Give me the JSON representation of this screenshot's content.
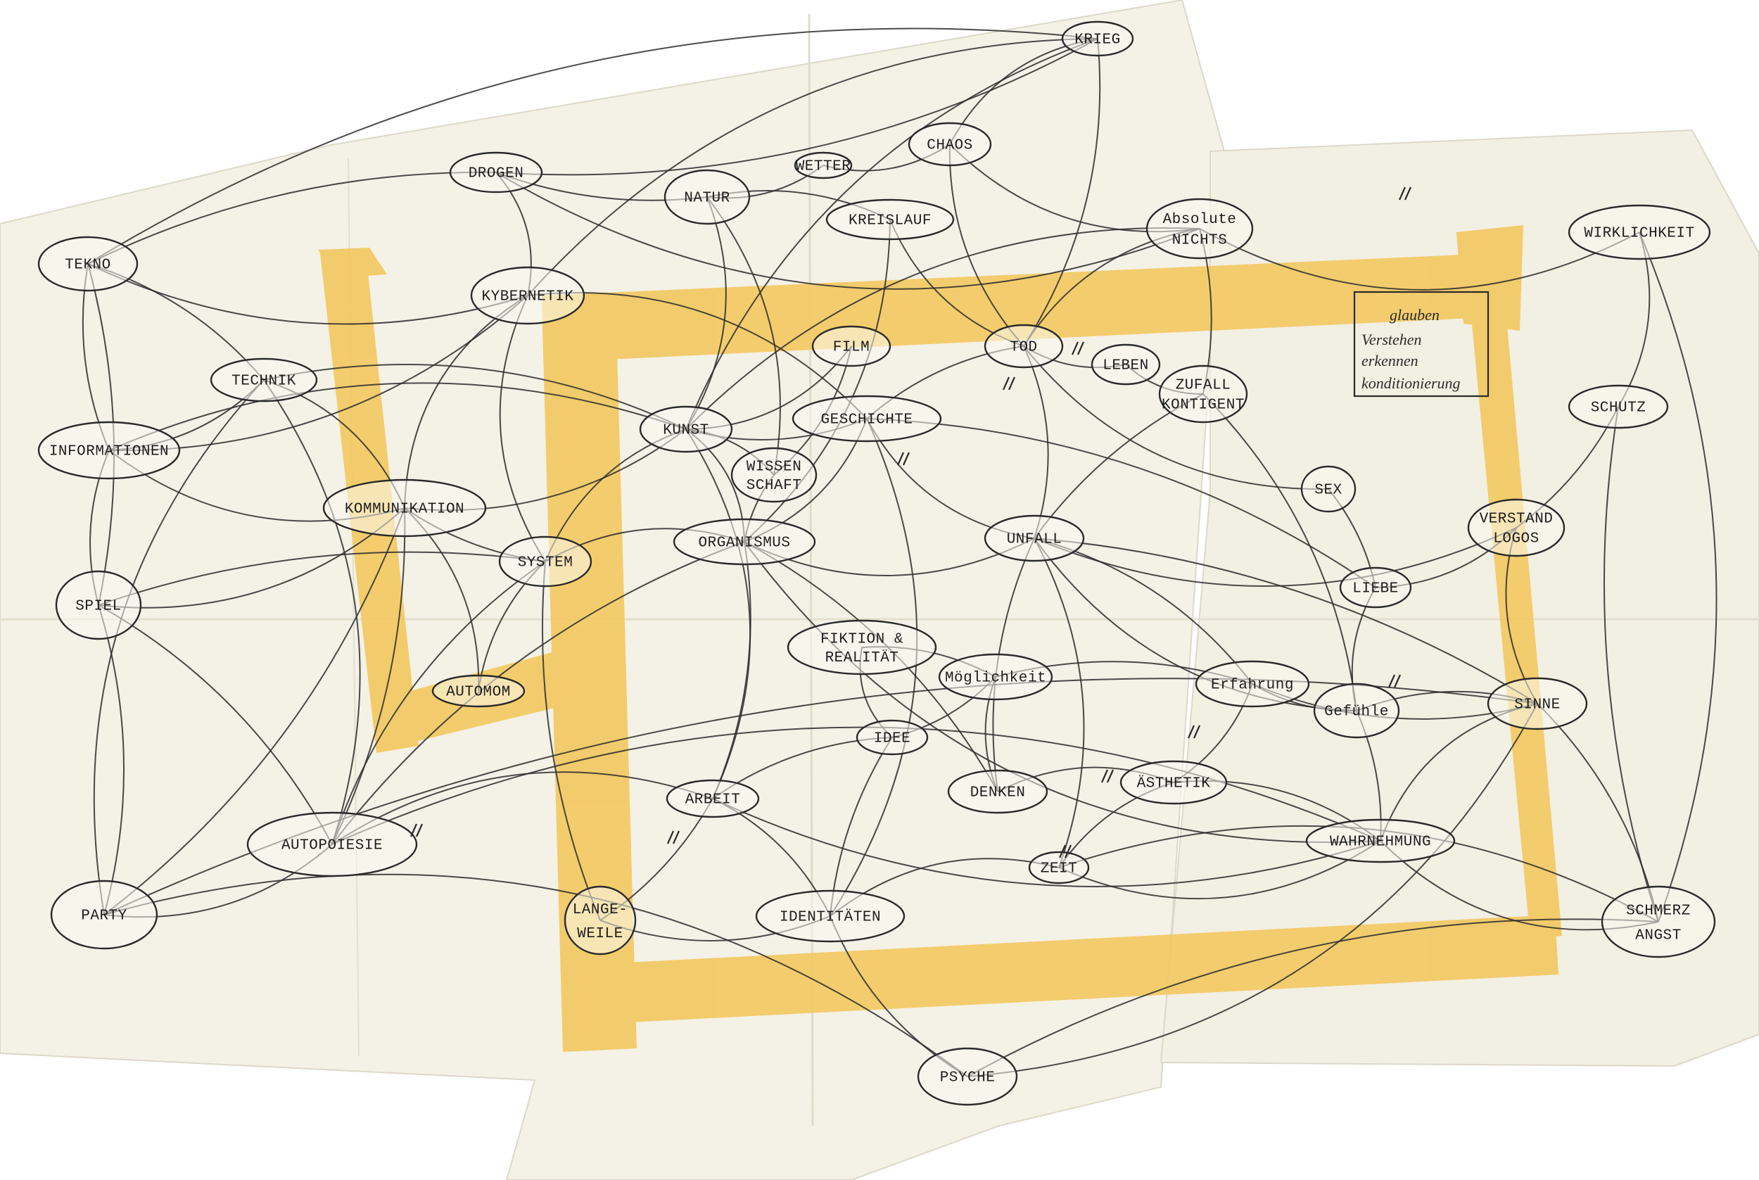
{
  "colors": {
    "paper": "#f4f1e6",
    "paper_shadow": "#e3dfd1",
    "tape": "#f2c75c",
    "ink": "#2a2a2a",
    "background": "#ffffff"
  },
  "nodes": [
    {
      "id": "krieg",
      "label": "KRIEG"
    },
    {
      "id": "chaos",
      "label": "CHAOS"
    },
    {
      "id": "wetter",
      "label": "WETTER"
    },
    {
      "id": "drogen",
      "label": "DROGEN"
    },
    {
      "id": "natur",
      "label": "NATUR"
    },
    {
      "id": "kreislauf",
      "label": "KREISLAUF"
    },
    {
      "id": "absolute_nichts",
      "label": "Absolute",
      "label2": "NICHTS"
    },
    {
      "id": "wirklichkeit",
      "label": "WIRKLICHKEIT"
    },
    {
      "id": "tekno",
      "label": "TEKNO"
    },
    {
      "id": "kybernetik",
      "label": "KYBERNETIK"
    },
    {
      "id": "technik",
      "label": "TECHNIK"
    },
    {
      "id": "film",
      "label": "FILM"
    },
    {
      "id": "tod",
      "label": "TOD"
    },
    {
      "id": "leben",
      "label": "LEBEN"
    },
    {
      "id": "zufall",
      "label": "ZUFALL",
      "label2": "KONTIGENT"
    },
    {
      "id": "informationen",
      "label": "INFORMATIONEN"
    },
    {
      "id": "kunst",
      "label": "KUNST"
    },
    {
      "id": "geschichte",
      "label": "GESCHICHTE"
    },
    {
      "id": "wissenschaft",
      "label": "WISSEN",
      "label2": "SCHAFT"
    },
    {
      "id": "schutz",
      "label": "SCHUTZ"
    },
    {
      "id": "kommunikation",
      "label": "KOMMUNIKATION"
    },
    {
      "id": "sex",
      "label": "SEX"
    },
    {
      "id": "verstand",
      "label": "VERSTAND",
      "label2": "LOGOS"
    },
    {
      "id": "system",
      "label": "SYSTEM"
    },
    {
      "id": "organismus",
      "label": "ORGANISMUS"
    },
    {
      "id": "unfall",
      "label": "UNFALL"
    },
    {
      "id": "liebe",
      "label": "LIEBE"
    },
    {
      "id": "spiel",
      "label": "SPIEL"
    },
    {
      "id": "fiktion",
      "label": "FIKTION &",
      "label2": "REALITÄT"
    },
    {
      "id": "moeglichkeit",
      "label": "Möglichkeit"
    },
    {
      "id": "erfahrung",
      "label": "Erfahrung"
    },
    {
      "id": "automom",
      "label": "AUTOMOM"
    },
    {
      "id": "gefuehle",
      "label": "Gefühle"
    },
    {
      "id": "sinne",
      "label": "SINNE"
    },
    {
      "id": "idee",
      "label": "IDEE"
    },
    {
      "id": "arbeit",
      "label": "ARBEIT"
    },
    {
      "id": "denken",
      "label": "DENKEN"
    },
    {
      "id": "aesthetik",
      "label": "ÄSTHETIK"
    },
    {
      "id": "autopoiesie",
      "label": "AUTOPOIESIE"
    },
    {
      "id": "wahrnehmung",
      "label": "WAHRNEHMUNG"
    },
    {
      "id": "zeit",
      "label": "ZEIT"
    },
    {
      "id": "party",
      "label": "PARTY"
    },
    {
      "id": "langeweile",
      "label": "LANGE-",
      "label2": "WEILE"
    },
    {
      "id": "identitaeten",
      "label": "IDENTITÄTEN"
    },
    {
      "id": "schmerz",
      "label": "SCHMERZ",
      "label2": "ANGST"
    },
    {
      "id": "psyche",
      "label": "PSYCHE"
    }
  ],
  "note": {
    "lines": [
      "glauben",
      "Verstehen",
      "erkennen",
      "konditionierung"
    ]
  }
}
